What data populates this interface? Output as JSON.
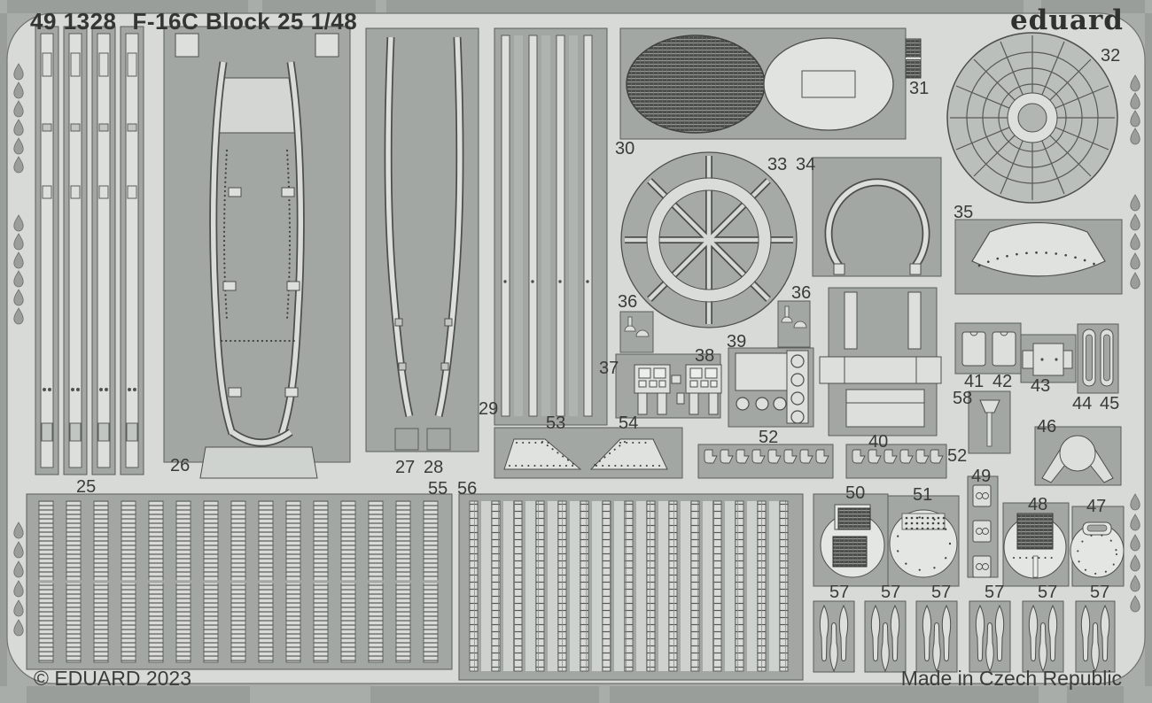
{
  "header": {
    "code": "49 1328",
    "title": "F-16C Block 25 1/48",
    "brand": "eduard"
  },
  "footer": {
    "copyright": "© EDUARD 2023",
    "origin": "Made in Czech Republic"
  },
  "colors": {
    "background": "#a9ada9",
    "band": "#9a9e9a",
    "sheet": "#d7dad6",
    "plate": "#a3a7a3",
    "part_light": "#dcdfdb",
    "detail_dark": "#4c4f4c",
    "text": "#383b38"
  },
  "part_labels": {
    "p25": "25",
    "p26": "26",
    "p27": "27",
    "p28": "28",
    "p29": "29",
    "p30": "30",
    "p31": "31",
    "p32": "32",
    "p33": "33",
    "p34": "34",
    "p35": "35",
    "p36": "36",
    "p37": "37",
    "p38": "38",
    "p39": "39",
    "p40": "40",
    "p41": "41",
    "p42": "42",
    "p43": "43",
    "p44": "44",
    "p45": "45",
    "p46": "46",
    "p47": "47",
    "p48": "48",
    "p49": "49",
    "p50": "50",
    "p51": "51",
    "p52": "52",
    "p53": "53",
    "p54": "54",
    "p55": "55",
    "p56": "56",
    "p57": "57",
    "p58": "58"
  }
}
